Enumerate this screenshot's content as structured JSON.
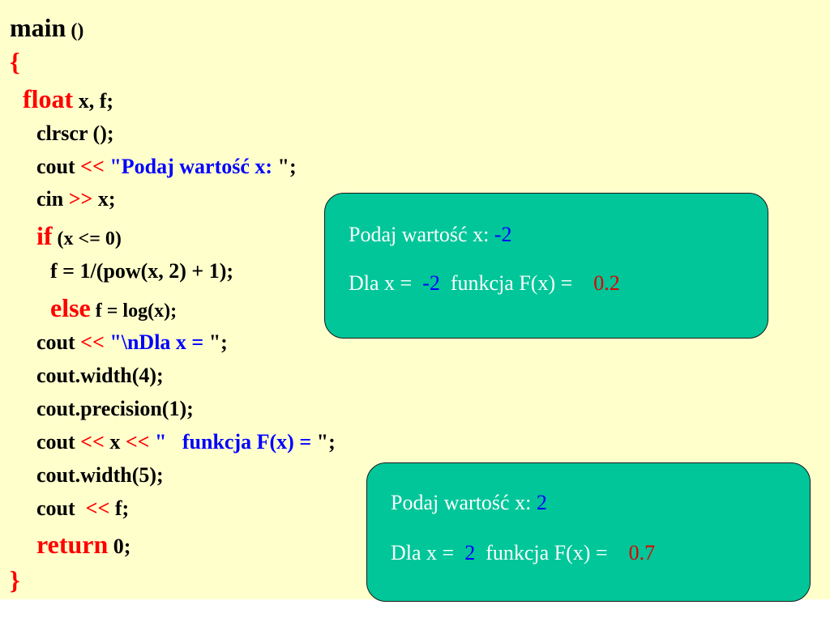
{
  "colors": {
    "background": "#ffffcc",
    "keyword": "#ff0000",
    "string": "#0000ff",
    "text": "#000000",
    "box_fill": "#00c699",
    "box_text": "#ffffff",
    "box_input": "#0000ff",
    "box_result": "#e00000"
  },
  "code": {
    "l1_kw": "main",
    "l1_rest": " ()",
    "l2": "{",
    "l3_kw": "float",
    "l3_rest": " x, f;",
    "l4": "clrscr ();",
    "l5_a": "cout ",
    "l5_op": "<<",
    "l5_str": " \"Podaj wartość x: ",
    "l5_end": "\";",
    "l6_a": "cin ",
    "l6_op": ">>",
    "l6_rest": " x;",
    "l7_kw": "if",
    "l7_rest": " (x <= 0)",
    "l8": "f = 1/(pow(x, 2) + 1);",
    "l9_kw": "else",
    "l9_rest": " f = log(x);",
    "l10_a": "cout ",
    "l10_op": "<<",
    "l10_str": " \"\\nDla x = ",
    "l10_end": "\";",
    "l11": "cout.width(4);",
    "l12": "cout.precision(1);",
    "l13_a": "cout ",
    "l13_op1": "<<",
    "l13_mid": " x ",
    "l13_op2": "<<",
    "l13_str": " \"   funkcja F(x) = ",
    "l13_end": "\";",
    "l14": "cout.width(5);",
    "l15_a": "cout  ",
    "l15_op": "<<",
    "l15_rest": " f;",
    "l16_kw": "return",
    "l16_rest": " 0;",
    "l17": "}"
  },
  "output_box_1": {
    "prompt": "Podaj wartość x: ",
    "input": "-2",
    "dla": "Dla x =  ",
    "x": "-2",
    "funkcja": "  funkcja F(x) =    ",
    "result": "0.2"
  },
  "output_box_2": {
    "prompt": "Podaj wartość x: ",
    "input": "2",
    "dla": "Dla x =  ",
    "x": "2",
    "funkcja": "  funkcja F(x) =    ",
    "result": "0.7"
  }
}
